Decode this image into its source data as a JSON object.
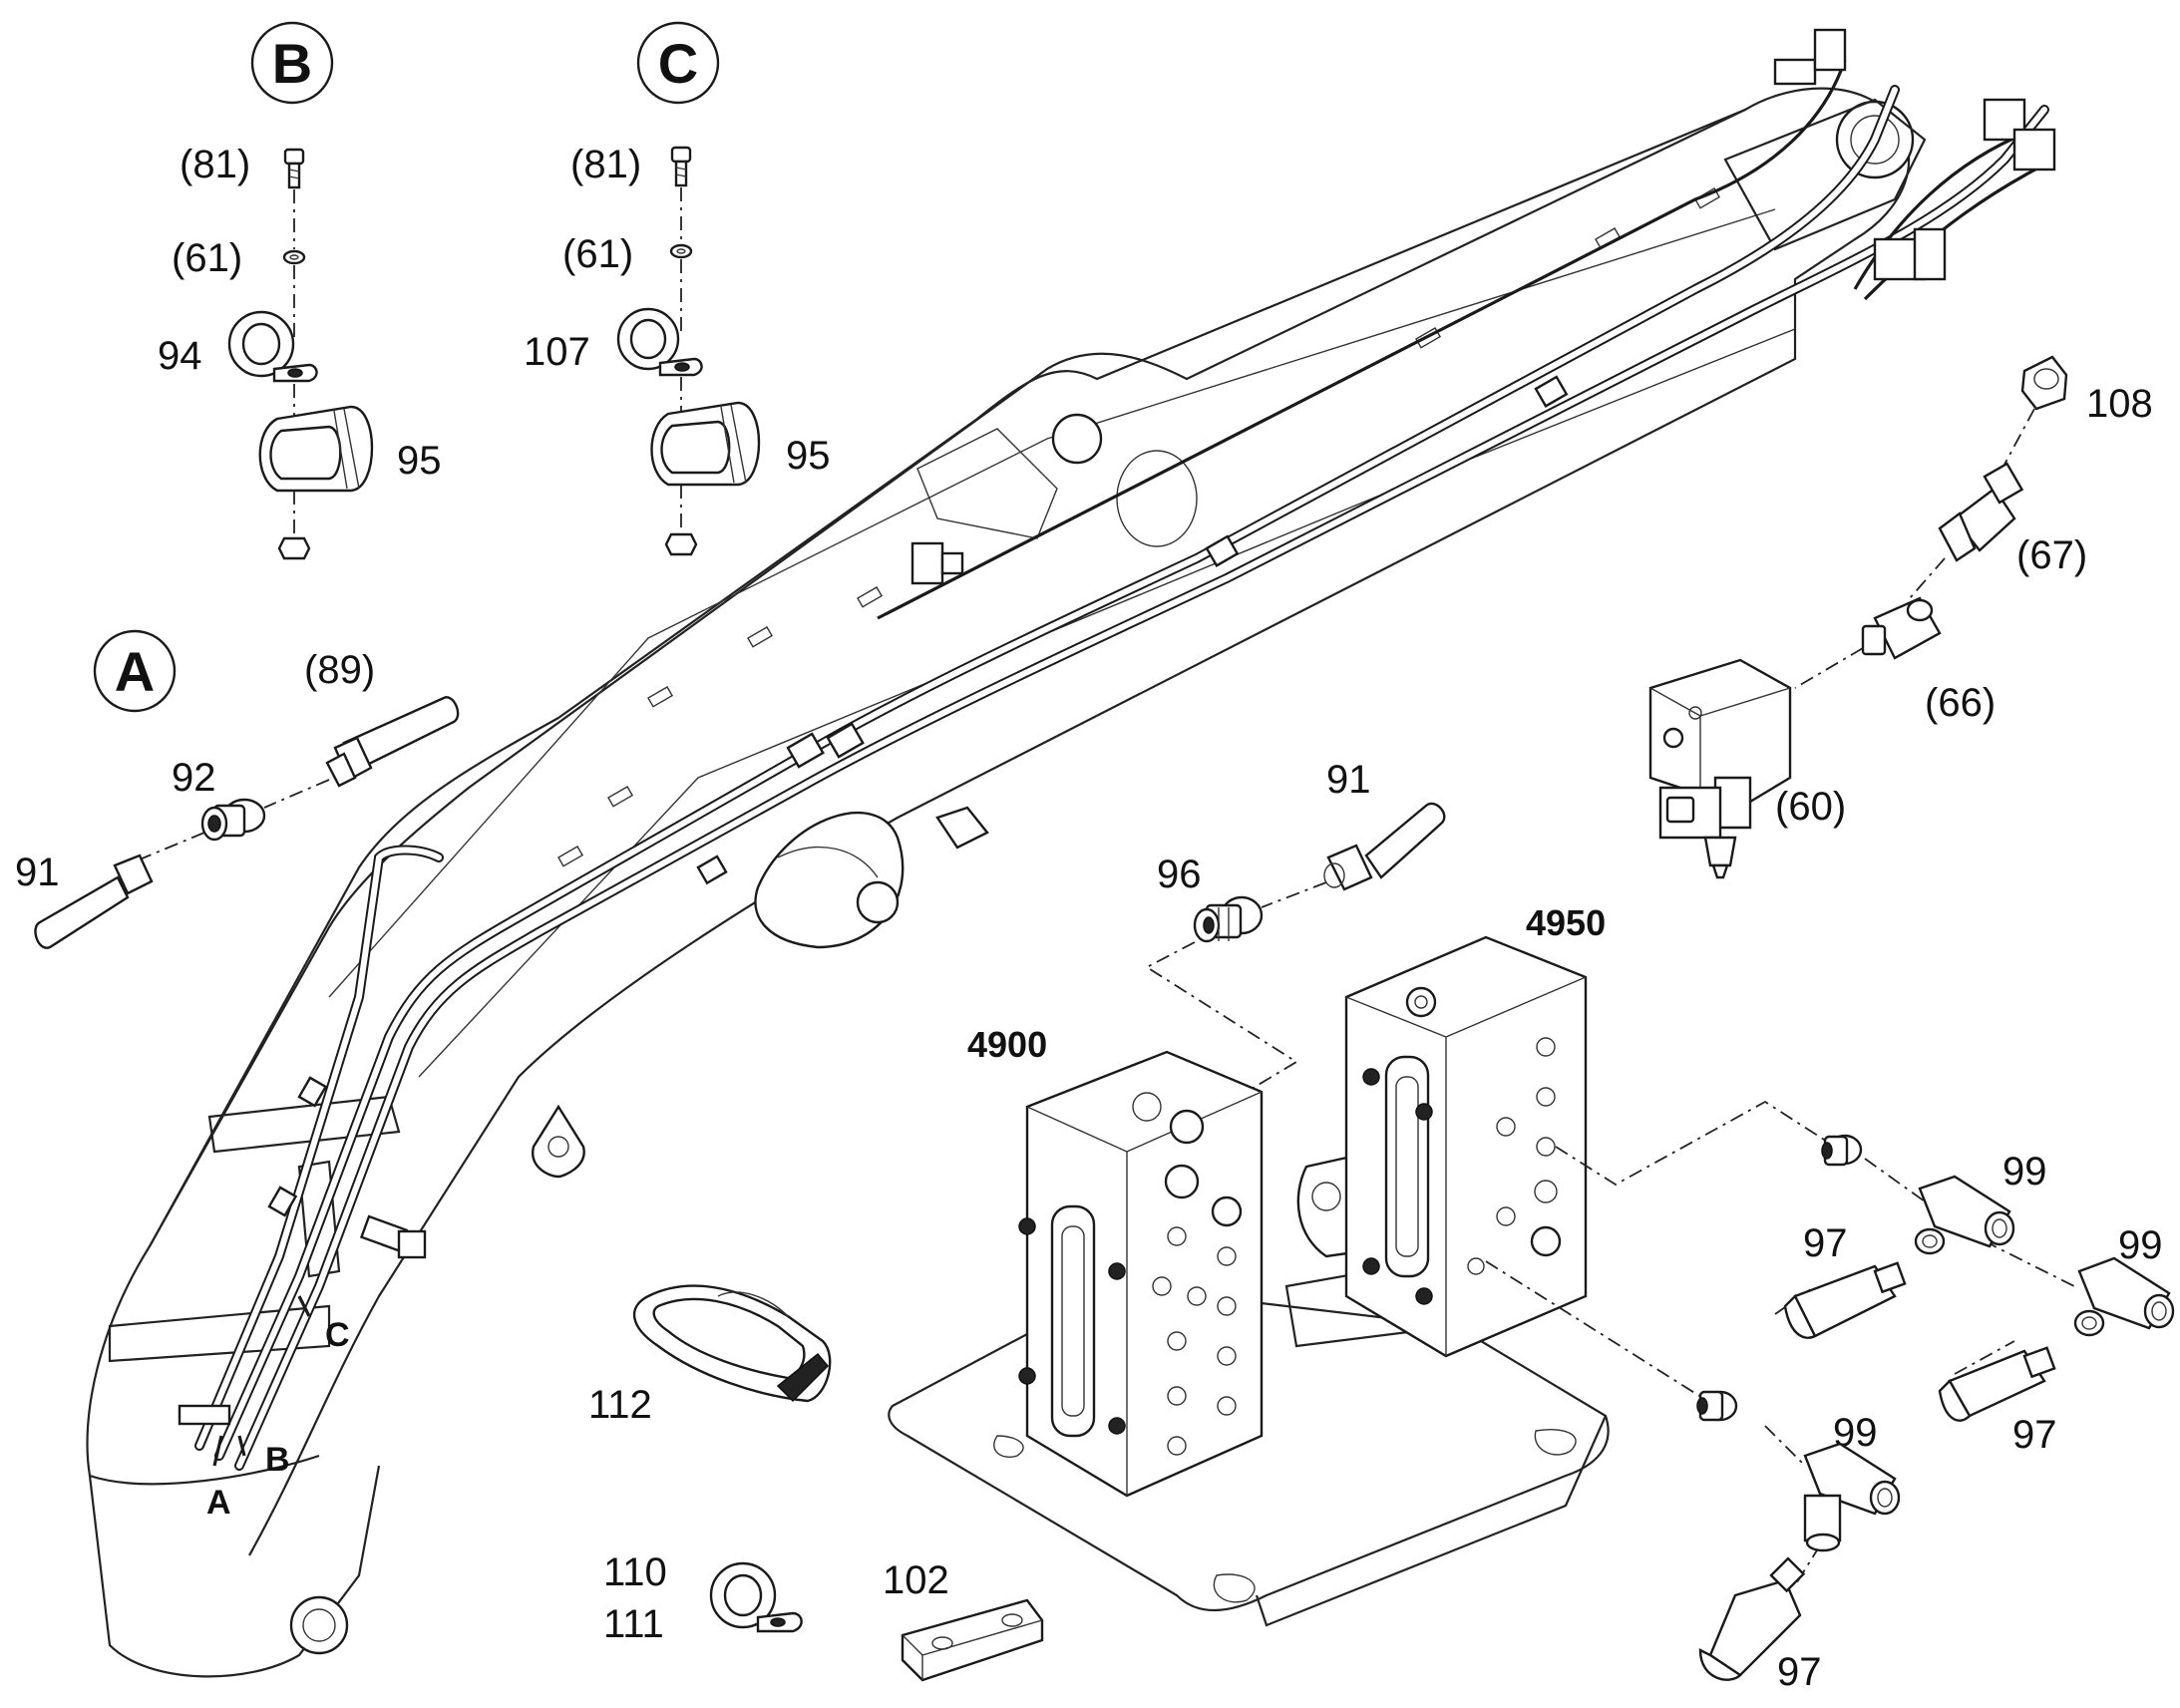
{
  "detail_views": {
    "B": {
      "title": "B",
      "parts": [
        "(81)",
        "(61)",
        "94",
        "95"
      ]
    },
    "C": {
      "title": "C",
      "parts": [
        "(81)",
        "(61)",
        "107",
        "95"
      ]
    },
    "A": {
      "title": "A",
      "parts": [
        "(89)",
        "92",
        "91"
      ]
    }
  },
  "callouts": {
    "p108": "108",
    "p67": "(67)",
    "p66": "(66)",
    "p60": "(60)",
    "p91": "91",
    "p96": "96",
    "p4950": "4950",
    "p4900": "4900",
    "p99a": "99",
    "p97a": "97",
    "p99b": "99",
    "p97b": "97",
    "p99c": "99",
    "p97c": "97",
    "p112": "112",
    "p110": "110",
    "p111": "111",
    "p102": "102"
  },
  "boom_markers": {
    "A": "A",
    "B": "B",
    "C": "C"
  }
}
